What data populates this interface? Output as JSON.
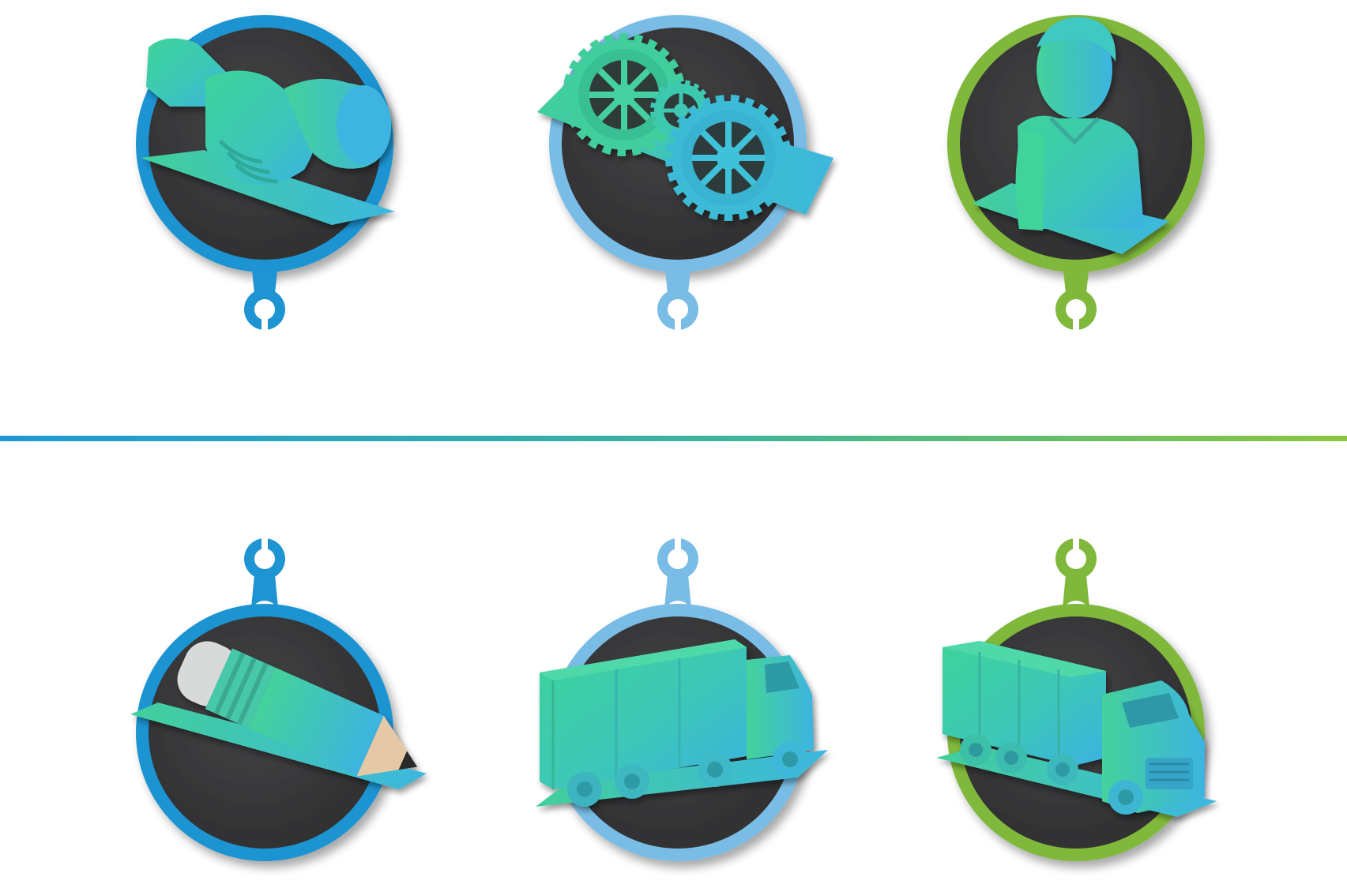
{
  "colors": {
    "dark_blue": "#1f94d2",
    "light_blue": "#79bde6",
    "green": "#7fb83a",
    "disc": "#3b3b3d",
    "figure_teal": "#3cc7b0",
    "figure_cyan": "#3fb6df",
    "line_start": "#1e98d6",
    "line_end": "#8cc63f"
  },
  "milestones": [
    {
      "id": "top-1",
      "row": "top",
      "icon": "handshake-icon",
      "ring": "dark_blue"
    },
    {
      "id": "top-2",
      "row": "top",
      "icon": "gears-icon",
      "ring": "light_blue"
    },
    {
      "id": "top-3",
      "row": "top",
      "icon": "person-bust-icon",
      "ring": "green"
    },
    {
      "id": "bottom-1",
      "row": "bottom",
      "icon": "pencil-icon",
      "ring": "dark_blue"
    },
    {
      "id": "bottom-2",
      "row": "bottom",
      "icon": "box-truck-side-icon",
      "ring": "light_blue"
    },
    {
      "id": "bottom-3",
      "row": "bottom",
      "icon": "box-truck-front-icon",
      "ring": "green"
    }
  ]
}
